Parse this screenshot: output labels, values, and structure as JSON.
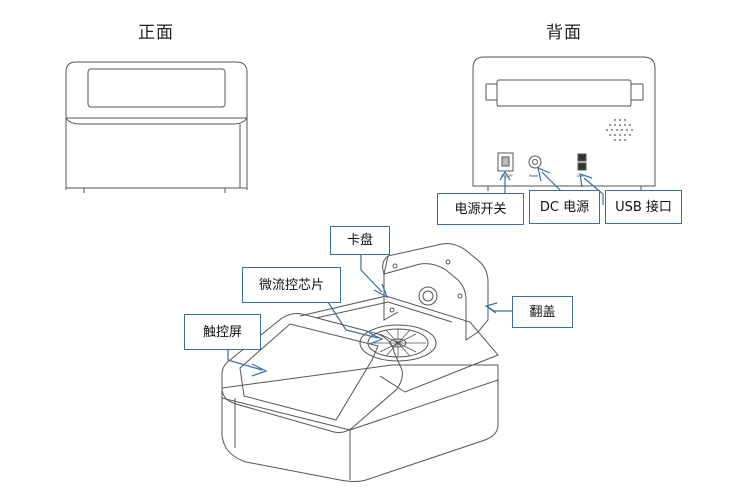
{
  "views": {
    "front_title": "正面",
    "back_title": "背面"
  },
  "back_panel": {
    "switch_mark": "ON/OFF",
    "power_mark": "Power",
    "usb_mark": "USB"
  },
  "callouts": {
    "power_switch": "电源开关",
    "dc_power": "DC 电源",
    "usb_port": "USB 接口",
    "card_tray": "卡盘",
    "microfluidic_chip": "微流控芯片",
    "touch_screen": "触控屏",
    "flip_lid": "翻盖"
  },
  "colors": {
    "callout_border": "#3a6ea5",
    "arrow": "#3a6ea5",
    "line_art": "#555555"
  }
}
